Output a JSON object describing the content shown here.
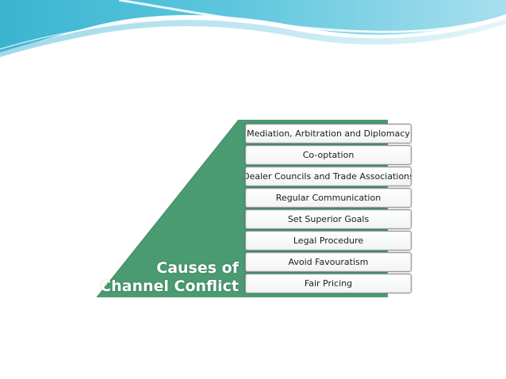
{
  "colors": {
    "wave_dark": "#2aa7c6",
    "wave_light": "#bfe6f0",
    "triangle_green": "#4a9a72",
    "box_border": "#9a9a9a"
  },
  "diagram": {
    "title_line1": "Causes of",
    "title_line2": "Channel Conflict",
    "items": [
      {
        "label": "Mediation, Arbitration and Diplomacy"
      },
      {
        "label": "Co-optation"
      },
      {
        "label": "Dealer Councils and Trade Associations"
      },
      {
        "label": "Regular Communication"
      },
      {
        "label": "Set Superior Goals"
      },
      {
        "label": "Legal Procedure"
      },
      {
        "label": "Avoid Favouratism"
      },
      {
        "label": "Fair Pricing"
      }
    ]
  }
}
